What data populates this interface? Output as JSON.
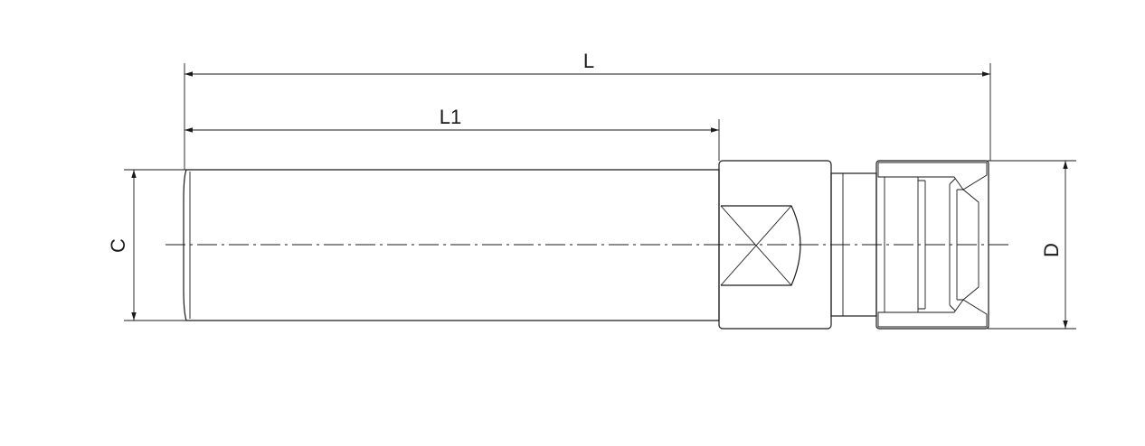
{
  "dimensions": {
    "L": "L",
    "L1": "L1",
    "C": "C",
    "D": "D"
  }
}
